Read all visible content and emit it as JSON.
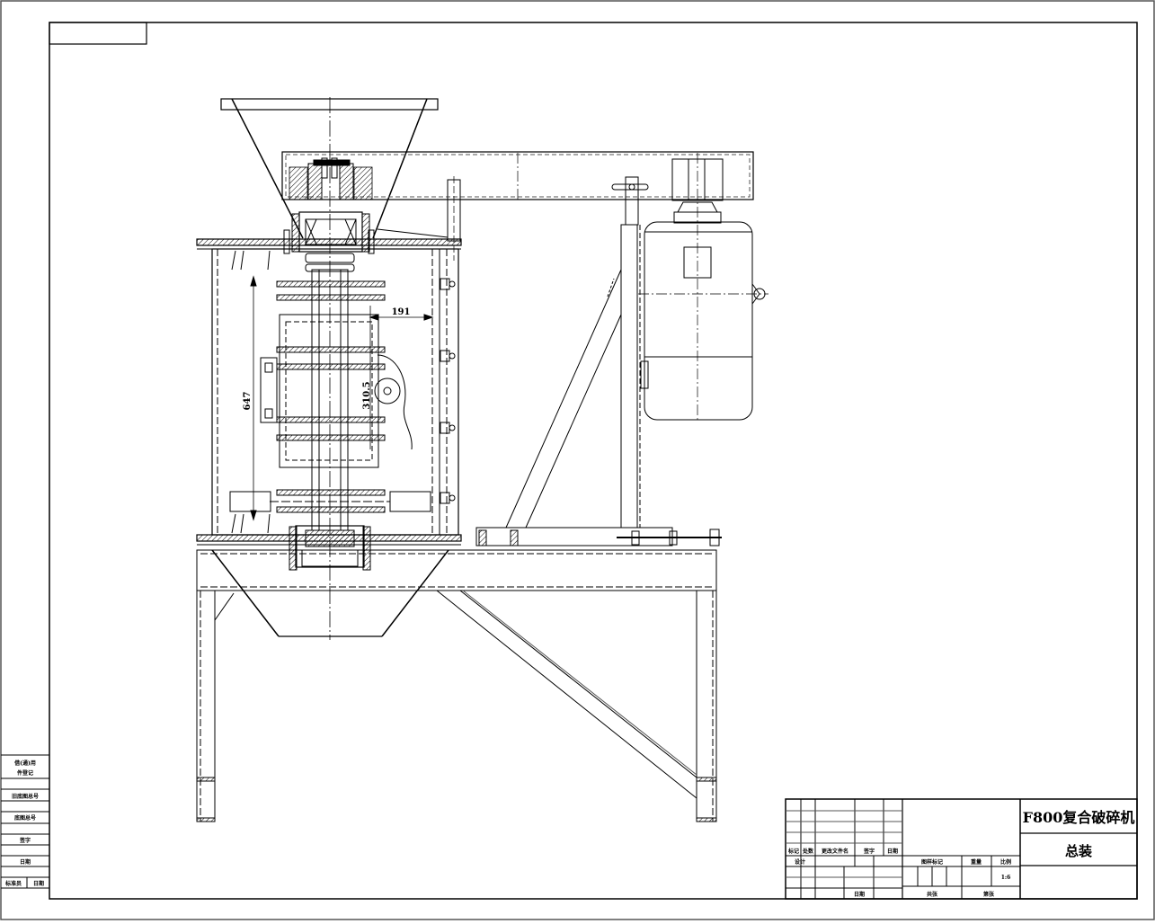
{
  "drawing": {
    "title": "F800复合破碎机",
    "subtitle": "总装",
    "scale": "1:6",
    "dimensions": {
      "width_to_wall": "191",
      "rotor_height": "647",
      "rotor_radius": "310.5"
    }
  },
  "title_block": {
    "revision_headers": {
      "mark": "标记",
      "count": "处数",
      "change_doc": "更改文件名",
      "signature": "签字",
      "date": "日期"
    },
    "design_label": "设计",
    "date_label": "日期",
    "stage_mark_label": "图样标记",
    "weight_label": "重量",
    "scale_label": "比例",
    "sheets_total_label": "共张",
    "sheet_no_label": "第张"
  },
  "side_block": {
    "row1a": "借(通)用",
    "row1b": "件登记",
    "row2": "旧底图总号",
    "row3": "底图总号",
    "row4": "签字",
    "row5": "日期",
    "row6a": "标准员",
    "row6b": "日期"
  },
  "colors": {
    "line": "#000000",
    "hidden": "#555555",
    "background": "#ffffff"
  }
}
